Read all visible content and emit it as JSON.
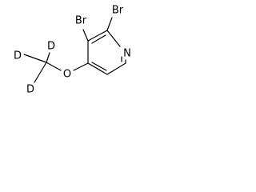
{
  "structure": {
    "atoms": {
      "br_top": "Br",
      "br_left": "Br",
      "nitrogen": "N",
      "oxygen": "O",
      "deuterium_top": "D",
      "deuterium_left": "D",
      "deuterium_bottom": "D"
    }
  },
  "colors": {
    "bond": "#000000",
    "label": "#000000",
    "background": "#ffffff"
  }
}
